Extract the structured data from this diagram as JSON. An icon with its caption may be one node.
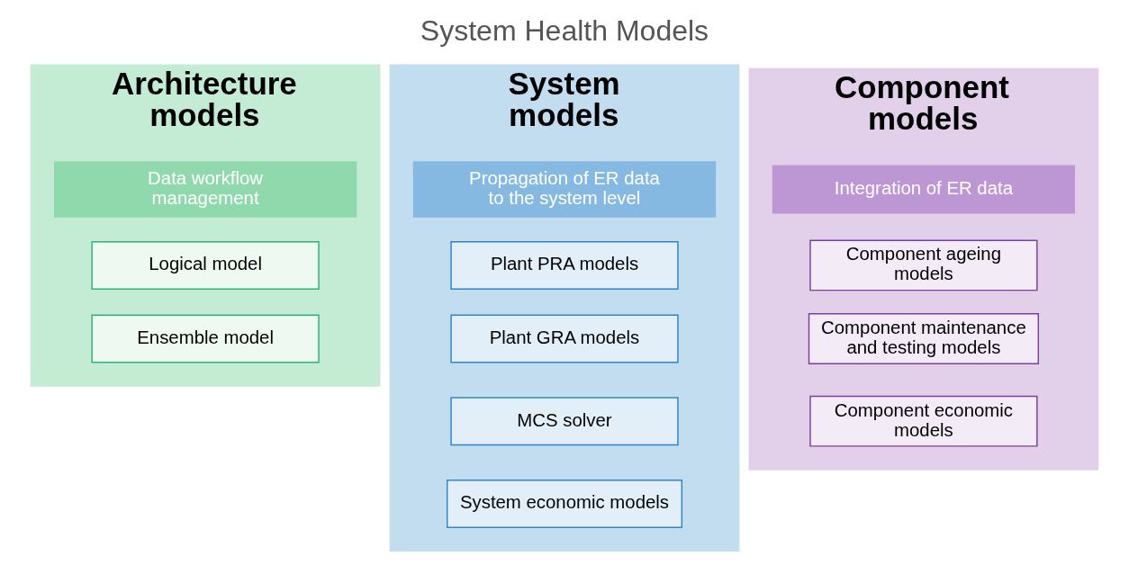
{
  "diagram": {
    "title": "System Health Models",
    "nodes": [
      {
        "text": [
          "Architecture models"
        ]
      },
      {
        "text": [
          "Data workflow management"
        ],
        "in": 0
      },
      {
        "text": [
          "Logical model"
        ],
        "in": 0
      },
      {
        "text": [
          "Ensemble model"
        ],
        "in": 0
      },
      {
        "text": [
          "System models"
        ]
      },
      {
        "text": [
          "Propagation of ER data to the system level"
        ],
        "in": 4
      },
      {
        "text": [
          "Plant PRA models"
        ],
        "in": 4
      },
      {
        "text": [
          "Plant GRA models"
        ],
        "in": 4
      },
      {
        "text": [
          "MCS solver"
        ],
        "in": 4
      },
      {
        "text": [
          "System economic models"
        ],
        "in": 4
      },
      {
        "text": [
          "Component models"
        ]
      },
      {
        "text": [
          "Integration of ER data"
        ],
        "in": 10
      },
      {
        "text": [
          "Component ageing models"
        ],
        "in": 10
      },
      {
        "text": [
          "Component maintenance and testing models"
        ],
        "in": 10
      },
      {
        "text": [
          "Component economic models"
        ],
        "in": 10
      }
    ],
    "edges": []
  }
}
